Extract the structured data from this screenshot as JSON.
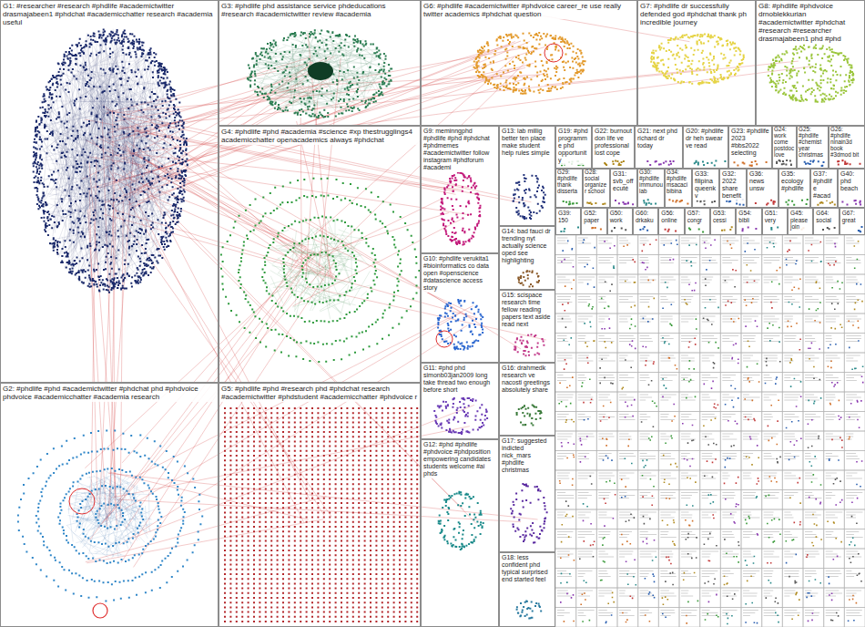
{
  "diagram": {
    "nodes": [
      {
        "text": [
          "G1: #researcher #research #phdlife #academictwitter drasmajabeen1 #phdchat #academicchatter research #academia useful"
        ]
      },
      {
        "text": [
          "G3: #phdlife phd assistance service phdeducations #research #academictwitter review #academia"
        ]
      },
      {
        "text": [
          "G6: #phdlife #academictwitter #phdvoice career_re use really twitter academics #phdchat question"
        ]
      },
      {
        "text": [
          "G7: #phdlife dr successfully defended god #phdchat thank ph incredible journey"
        ]
      },
      {
        "text": [
          "G8: #phdlife #phdvoice drnoblekkurian #academictwitter #phdchat #research #researcher drasmajabeen1 phd #phd"
        ]
      },
      {
        "text": [
          "G4: #phdlife #phd #academia #science #xp thestrugglings4 academicchatter openacademics always #phdchat"
        ]
      },
      {
        "text": [
          "G2: #phdlife #phd #academictwitter #phdchat phd #phdvoice phdvoice #academicchatter #academia research"
        ]
      },
      {
        "text": [
          "G5: #phdlife #phd #research phd #phdchat research #academictwitter #phdstudent #academicchatter #phdvoice r"
        ]
      },
      {
        "text": [
          "G9: meminngphd #phdlife #phd #phdchat #phdmemes #academictwitter follow instagram #phdforum #academi"
        ]
      },
      {
        "text": [
          "G10: #phdlife verukita1 #bioinformatics co data open #openscience #datascience access story"
        ]
      },
      {
        "text": [
          "G11: #phd phd simonb03jan2009 long take thread two enough before short"
        ]
      },
      {
        "text": [
          "G12: #phd #phdlife #phdvoice #phdposition empowering candidates students welcome #ai phds"
        ]
      },
      {
        "text": [
          "G13: lab millig better ten place make student help rules simple"
        ]
      },
      {
        "text": [
          "G14: bad fauci dr trending nyt actually science oped see highlighting"
        ]
      },
      {
        "text": [
          "G15: scispace research time fellow reading papers text aside read next"
        ]
      },
      {
        "text": [
          "G16: drahmedk research ve nacosti greetings absolutely share"
        ]
      },
      {
        "text": [
          "G17: suggested indicted nick_mars #phdlife christmas"
        ]
      },
      {
        "text": [
          "G18: less confident phd typical surprised end started feel"
        ]
      },
      {
        "text": [
          "G19: #phd programme phd opportunity"
        ]
      },
      {
        "text": [
          "G22: burnout don life ve professional lost cope"
        ]
      },
      {
        "text": [
          "G21: next phd richard dr today"
        ]
      },
      {
        "text": [
          "G20: #phdlife dr heh swear ve read"
        ]
      },
      {
        "text": [
          "G23: #phdlife 2023 #bbs2022 selecting"
        ]
      },
      {
        "text": [
          "G24: work come postdoc love"
        ]
      },
      {
        "text": [
          "G25: #phdlife #chemist year christmas"
        ]
      },
      {
        "text": [
          "G26: #phdlife ninain3d book #3dmod bit"
        ]
      },
      {
        "text": [
          "G29: #phdlife thank disserta"
        ]
      },
      {
        "text": [
          "G28: social organizer school"
        ]
      },
      {
        "text": [
          "G31: svb_off ecuté"
        ]
      },
      {
        "text": [
          "G30: #phdlife immunou lab"
        ]
      },
      {
        "text": [
          "G34: #phdlife msacaci bibina"
        ]
      },
      {
        "text": [
          "G33: filipina queenkv"
        ]
      },
      {
        "text": [
          "G32: 2022 share benefit"
        ]
      },
      {
        "text": [
          "G36: news unsw"
        ]
      },
      {
        "text": [
          "G35: ecology #phdlife"
        ]
      },
      {
        "text": [
          "G37: #phdlife #acad"
        ]
      },
      {
        "text": [
          "G40: phd beach"
        ]
      },
      {
        "text": [
          "G39: 150"
        ]
      },
      {
        "text": [
          "G52: paper"
        ]
      },
      {
        "text": [
          "G50: work"
        ]
      },
      {
        "text": [
          "G60: drkaku"
        ]
      },
      {
        "text": [
          "G56: online"
        ]
      },
      {
        "text": [
          "G57: congr"
        ]
      },
      {
        "text": [
          "G53: cessi"
        ]
      },
      {
        "text": [
          "G54: bibli"
        ]
      },
      {
        "text": [
          "G51: very"
        ]
      },
      {
        "text": [
          "G45: please join"
        ]
      },
      {
        "text": [
          "G64: social"
        ]
      },
      {
        "text": [
          "G67: great"
        ]
      }
    ]
  }
}
